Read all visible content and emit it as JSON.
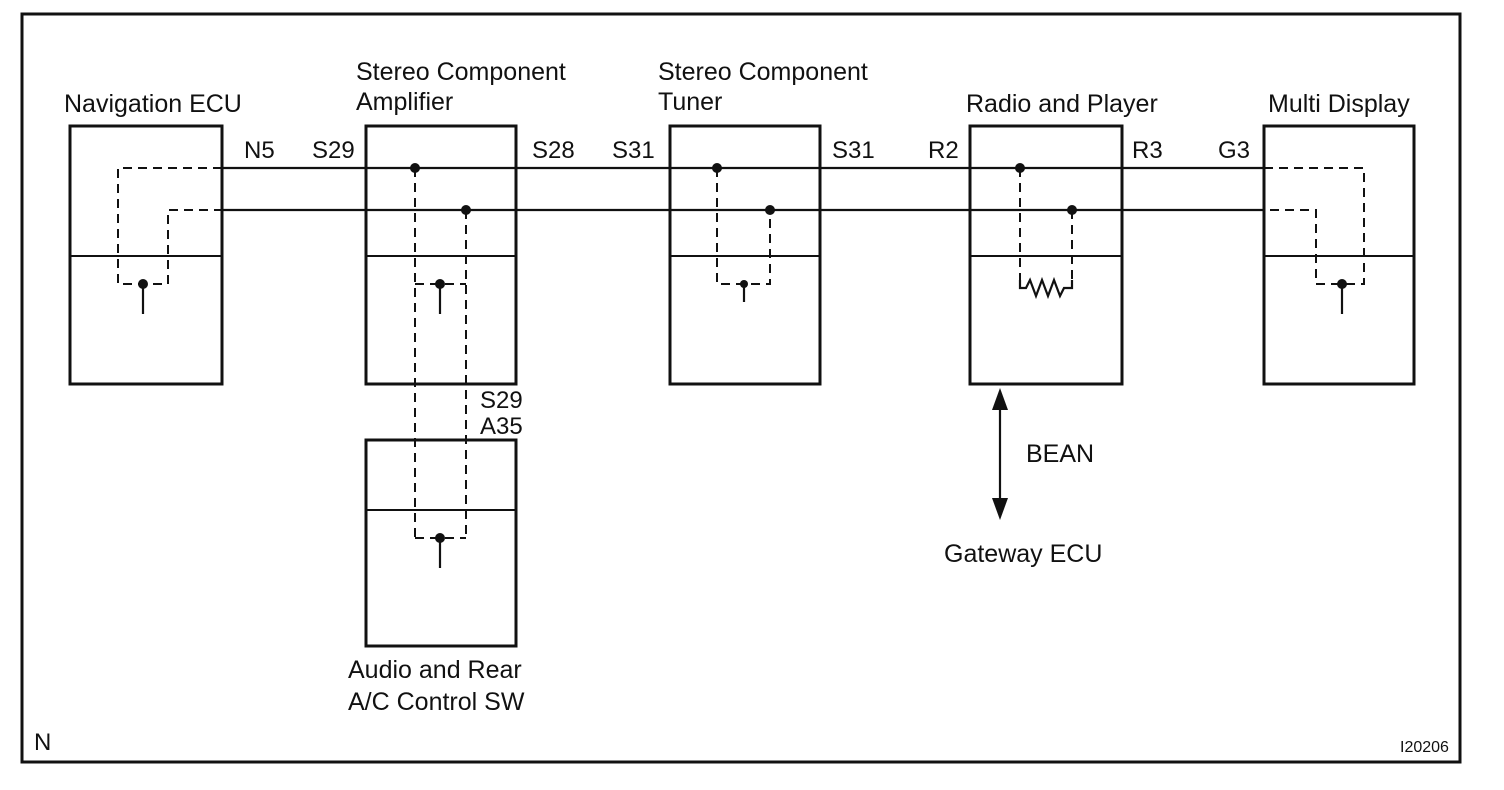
{
  "components": {
    "navigation_ecu": "Navigation ECU",
    "stereo_amplifier_line1": "Stereo Component",
    "stereo_amplifier_line2": "Amplifier",
    "stereo_tuner_line1": "Stereo Component",
    "stereo_tuner_line2": "Tuner",
    "radio_player": "Radio and Player",
    "multi_display": "Multi Display",
    "audio_rear_ac_line1": "Audio and Rear",
    "audio_rear_ac_line2": "A/C Control SW",
    "gateway_ecu": "Gateway ECU"
  },
  "connectors": {
    "n5": "N5",
    "s29_amp": "S29",
    "s28": "S28",
    "s31_left": "S31",
    "s31_right": "S31",
    "r2": "R2",
    "r3": "R3",
    "g3": "G3",
    "s29_lower": "S29",
    "a35": "A35"
  },
  "bus_label": "BEAN",
  "corner_label_left": "N",
  "figure_code": "I20206"
}
